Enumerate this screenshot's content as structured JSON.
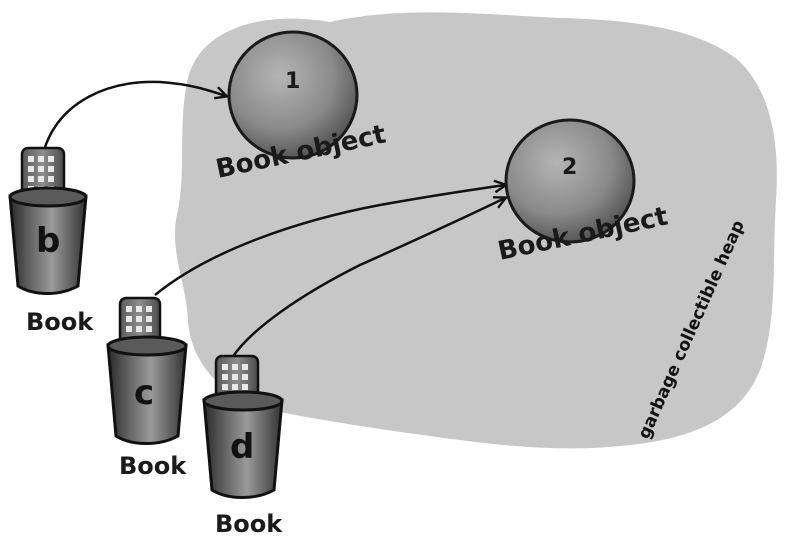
{
  "heap": {
    "label": "garbage collectible heap",
    "color": "#c8c8c8"
  },
  "objects": [
    {
      "number": "1",
      "label": "Book object"
    },
    {
      "number": "2",
      "label": "Book object"
    }
  ],
  "references": [
    {
      "var": "b",
      "type": "Book",
      "points_to": "1"
    },
    {
      "var": "c",
      "type": "Book",
      "points_to": "2"
    },
    {
      "var": "d",
      "type": "Book",
      "points_to": "2"
    }
  ]
}
